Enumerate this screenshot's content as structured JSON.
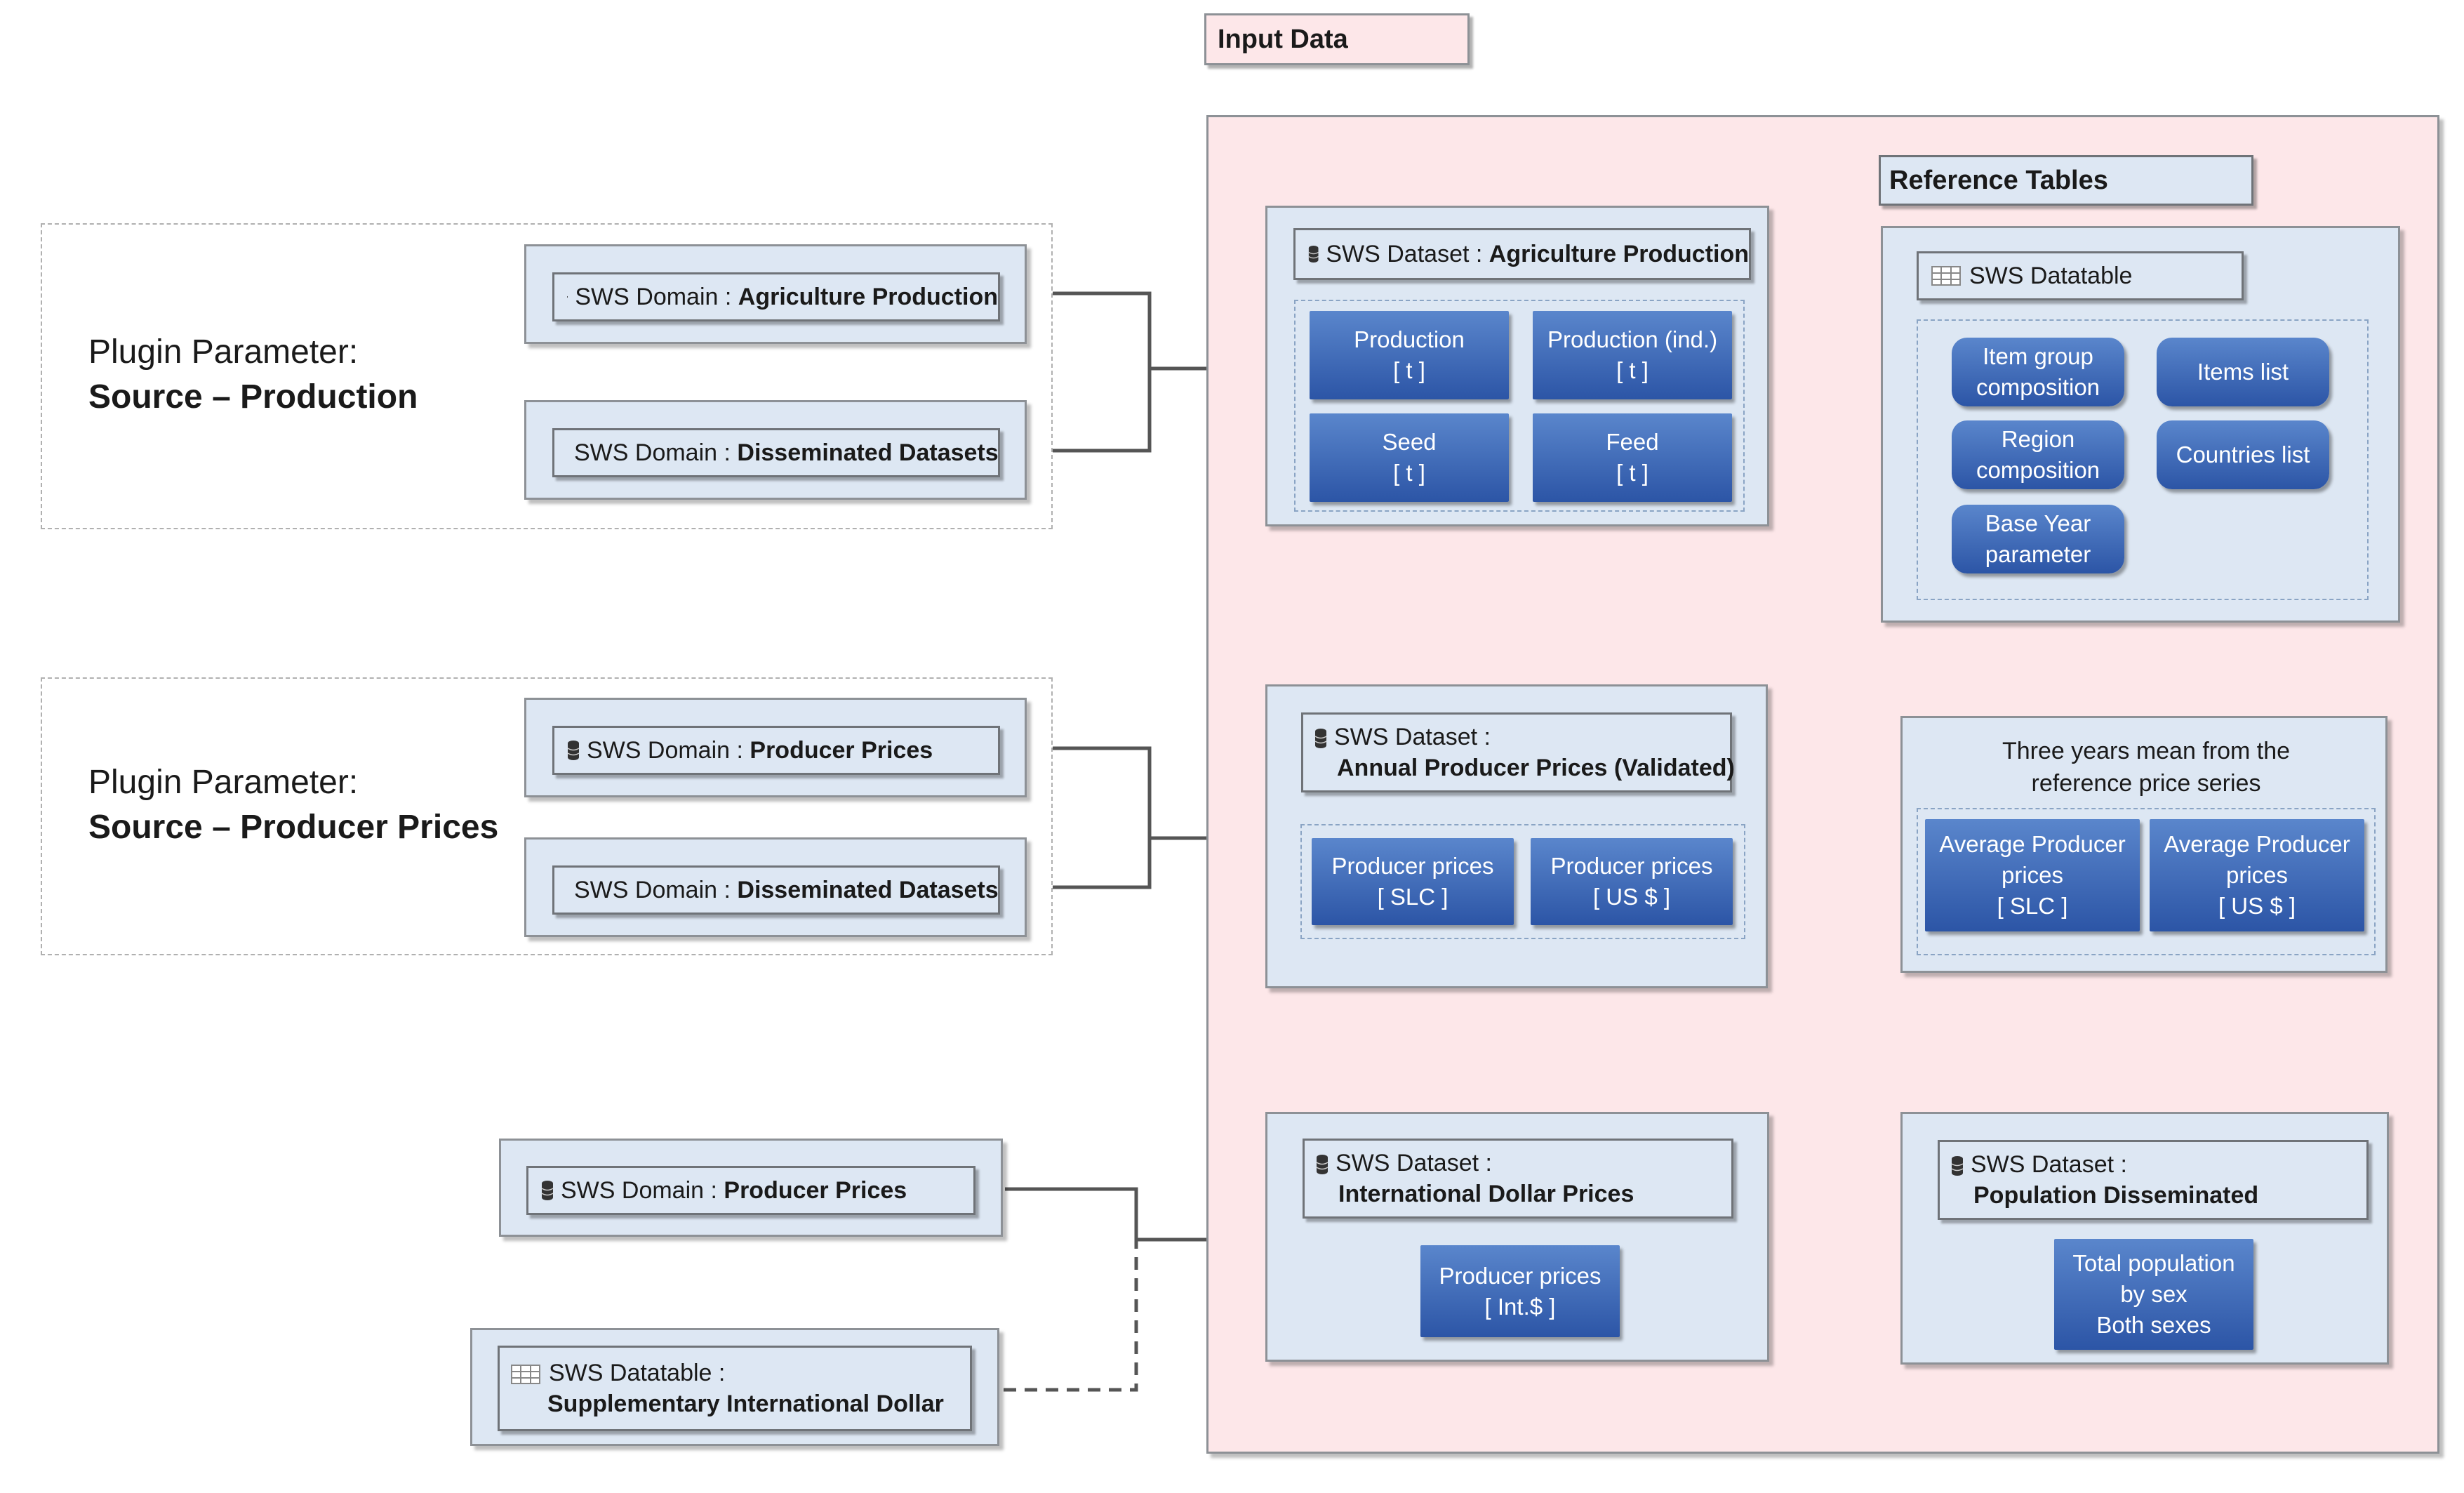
{
  "input_data": {
    "label": "Input Data"
  },
  "group_production": {
    "title_line1": "Plugin Parameter:",
    "title_line2": "Source – Production",
    "domain1": {
      "prefix": "SWS Domain : ",
      "name": "Agriculture Production"
    },
    "domain2": {
      "prefix": "SWS Domain : ",
      "name": "Disseminated Datasets"
    }
  },
  "group_prices": {
    "title_line1": "Plugin Parameter:",
    "title_line2": "Source – Producer Prices",
    "domain1": {
      "prefix": "SWS Domain : ",
      "name": "Producer Prices"
    },
    "domain2": {
      "prefix": "SWS Domain : ",
      "name": "Disseminated Datasets"
    }
  },
  "intl_sources": {
    "domain": {
      "prefix": "SWS Domain : ",
      "name": "Producer Prices"
    },
    "datatable": {
      "line1": "SWS Datatable :",
      "line2": "Supplementary International Dollar"
    }
  },
  "dataset_agri": {
    "prefix": "SWS Dataset : ",
    "name": "Agriculture Production",
    "tiles": [
      {
        "line1": "Production",
        "line2": "[ t ]"
      },
      {
        "line1": "Production (ind.)",
        "line2": "[ t ]"
      },
      {
        "line1": "Seed",
        "line2": "[ t ]"
      },
      {
        "line1": "Feed",
        "line2": "[ t ]"
      }
    ]
  },
  "dataset_app": {
    "line1": "SWS Dataset :",
    "line2": "Annual Producer Prices (Validated)",
    "tiles": [
      {
        "line1": "Producer prices",
        "line2": "[ SLC ]"
      },
      {
        "line1": "Producer prices",
        "line2": "[ US $ ]"
      }
    ]
  },
  "dataset_intl": {
    "line1": "SWS Dataset :",
    "line2": "International Dollar Prices",
    "tile": {
      "line1": "Producer prices",
      "line2": "[ Int.$ ]"
    }
  },
  "reference_tables": {
    "label": "Reference Tables",
    "datatable_label": "SWS Datatable",
    "pills": [
      {
        "line1": "Item group",
        "line2": "composition"
      },
      {
        "line1": "Items list",
        "line2": ""
      },
      {
        "line1": "Region",
        "line2": "composition"
      },
      {
        "line1": "Countries list",
        "line2": ""
      },
      {
        "line1": "Base Year",
        "line2": "parameter"
      }
    ]
  },
  "mean_box": {
    "line1": "Three years mean from the",
    "line2": "reference price series",
    "tiles": [
      {
        "line1": "Average Producer",
        "line2": "prices",
        "line3": "[ SLC ]"
      },
      {
        "line1": "Average Producer",
        "line2": "prices",
        "line3": "[ US $ ]"
      }
    ]
  },
  "population": {
    "line1": "SWS Dataset :",
    "line2": "Population Disseminated",
    "tile": {
      "line1": "Total population",
      "line2": "by sex",
      "line3": "Both sexes"
    }
  },
  "colors": {
    "panel_pink": "#fde7e9",
    "box_blue": "#dde7f3",
    "tile_blue": "#2c55a6",
    "connector": "#555555"
  },
  "icons": {
    "dataset": "database-icon",
    "datatable": "table-grid-icon"
  }
}
